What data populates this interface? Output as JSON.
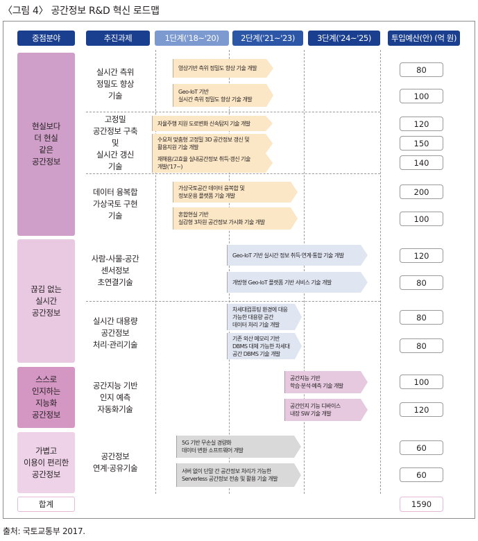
{
  "caption": "〈그림 4〉 공간정보 R&D 혁신 로드맵",
  "headers": {
    "field": "중점분야",
    "task": "추진과제",
    "stage1": "1단계('18~'20)",
    "stage2": "2단계('21~'23)",
    "stage3": "3단계('24~'25)",
    "budget": "투입예산(안) (억 원)"
  },
  "fields": [
    {
      "label": "현실보다\n더 현실\n같은\n공간정보",
      "color": "#cf9fc9"
    },
    {
      "label": "끊김 없는\n실시간\n공간정보",
      "color": "#e9c9e1"
    },
    {
      "label": "스스로\n인지하는\n지능화\n공간정보",
      "color": "#d496c3"
    },
    {
      "label": "가볍고\n이용이 편리한\n공간정보",
      "color": "#eed3e8"
    }
  ],
  "tasks": [
    "실시간 측위\n정밀도 향상\n기술",
    "고정밀\n공간정보 구축\n및\n실시간 갱신\n기술",
    "데이터 융복합\n가상국토 구현\n기술",
    "사람-사물-공간\n센서정보\n초연결기술",
    "실시간 대용량\n공간정보\n처리·관리기술",
    "공간지능 기반\n인지 예측\n자동화기술",
    "공간정보\n연계·공유기술"
  ],
  "bars": [
    "영상기반 측위 정밀도 향상 기술 개발",
    "Geo-IoT 기반\n실시간 측위 정밀도 향상 기술 개발",
    "자율주행 지원 도로변화 신속탐지 기술 개발",
    "수요처 맞춤형 고정밀 3D 공간정보 갱신 및\n활용지원 기술 개발",
    "재해용/고효율 실내공간정보 취득·갱신 기술\n개발('17~)",
    "가상국토공간 데이터 융복합 및\n정보운용 플랫폼 기술 개발",
    "혼합현실 기반\n실감형 3차원 공간정보 가시화 기술 개발",
    "Geo-IoT 기반 실시간 정보 취득·연계·통합 기술 개발",
    "개방형 Geo-IoT 플랫폼 기반 서비스 기술 개발",
    "차세대컴퓨팅 환경에 대응\n가능한 대용량 공간\n데이터 처리 기술 개발",
    "기존 외산 메모리 기반\nDBMS 대체 가능한 차세대\n공간 DBMS 기술 개발",
    "공간지능 기반\n학습·분석·예측 기술 개발",
    "공간인지 기능 디바이스\n내장 SW 기술 개발",
    "5G 기반 무손실 경량화\n데이터 변환 소프트웨어 개발",
    "서버 없이 단말 간 공간정보 처리가 가능한\nServerless 공간정보 전송 및 활용 기술 개발"
  ],
  "budgets": [
    "80",
    "100",
    "120",
    "150",
    "140",
    "200",
    "100",
    "120",
    "80",
    "80",
    "80",
    "100",
    "120",
    "60",
    "60"
  ],
  "total": {
    "label": "합계",
    "value": "1590"
  },
  "source": "출처: 국토교통부 2017."
}
